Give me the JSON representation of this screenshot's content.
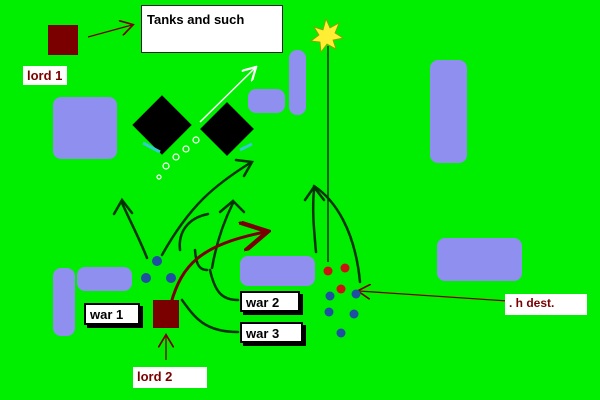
{
  "title": "Tanks and such",
  "labels": {
    "lord_1": "lord 1",
    "lord_2": "lord 2",
    "war_1": "war 1",
    "war_2": "war 2",
    "war_3": "war 3",
    "h_dest": ". h dest."
  },
  "colors": {
    "field": "#00ee00",
    "obstacle": "#8f8fef",
    "lord_unit": "#7a0000",
    "soldier_blue": "#1f4fa0",
    "soldier_red": "#cc1111",
    "tank": "#000000",
    "tank_trim": "#33cccc",
    "explosion": "#ffee33",
    "arrow_dark": "#003300",
    "arrow_red": "#7a0000",
    "arrow_white": "#ffffff"
  },
  "icons": {
    "explosion": "explosion-icon",
    "tank": "tank-icon",
    "lord": "lord-unit-icon"
  }
}
